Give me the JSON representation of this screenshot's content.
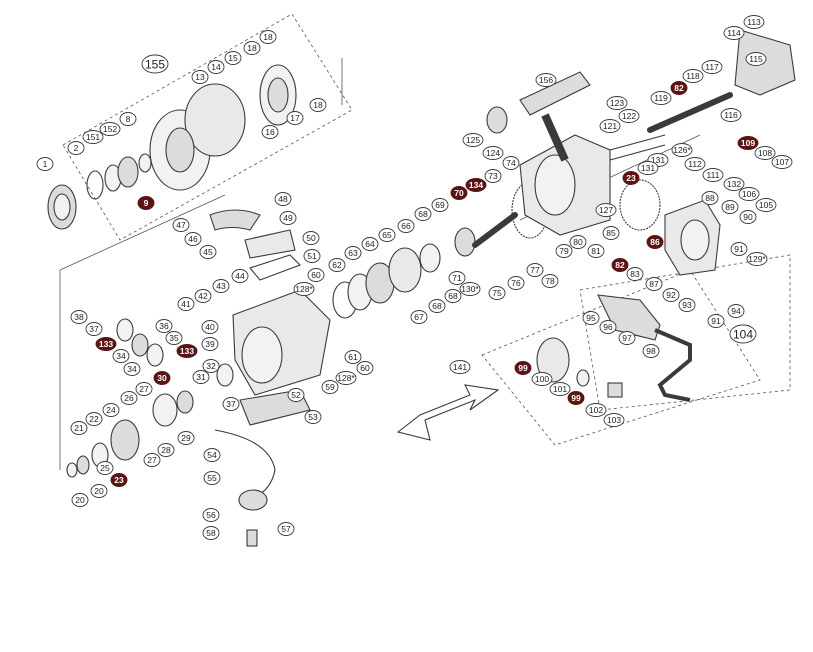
{
  "colors": {
    "line": "#3a3a3a",
    "callout_dark": "#5a1414",
    "callout_text_dark": "#ffffff",
    "part_fill": "#dcdcdc",
    "part_fill_light": "#f2f2f2"
  },
  "callouts": [
    {
      "label": "1"
    },
    {
      "label": "2"
    },
    {
      "label": "151"
    },
    {
      "label": "152"
    },
    {
      "label": "8"
    },
    {
      "label": "9",
      "dark": true
    },
    {
      "label": "155",
      "big": true
    },
    {
      "label": "13"
    },
    {
      "label": "14"
    },
    {
      "label": "15"
    },
    {
      "label": "18"
    },
    {
      "label": "18"
    },
    {
      "label": "18"
    },
    {
      "label": "16"
    },
    {
      "label": "17"
    },
    {
      "label": "156"
    },
    {
      "label": "125"
    },
    {
      "label": "124"
    },
    {
      "label": "121"
    },
    {
      "label": "122"
    },
    {
      "label": "123"
    },
    {
      "label": "74"
    },
    {
      "label": "126*"
    },
    {
      "label": "131"
    },
    {
      "label": "131"
    },
    {
      "label": "113"
    },
    {
      "label": "114"
    },
    {
      "label": "115"
    },
    {
      "label": "117"
    },
    {
      "label": "118"
    },
    {
      "label": "82",
      "dark": true
    },
    {
      "label": "119"
    },
    {
      "label": "116"
    },
    {
      "label": "109",
      "dark": true
    },
    {
      "label": "108"
    },
    {
      "label": "107"
    },
    {
      "label": "112"
    },
    {
      "label": "111"
    },
    {
      "label": "132"
    },
    {
      "label": "106"
    },
    {
      "label": "105"
    },
    {
      "label": "88"
    },
    {
      "label": "89"
    },
    {
      "label": "90"
    },
    {
      "label": "91"
    },
    {
      "label": "129*"
    },
    {
      "label": "91"
    },
    {
      "label": "94"
    },
    {
      "label": "23",
      "dark": true
    },
    {
      "label": "127"
    },
    {
      "label": "70",
      "dark": true
    },
    {
      "label": "134",
      "dark": true
    },
    {
      "label": "73"
    },
    {
      "label": "69"
    },
    {
      "label": "68"
    },
    {
      "label": "66"
    },
    {
      "label": "65"
    },
    {
      "label": "64"
    },
    {
      "label": "63"
    },
    {
      "label": "62"
    },
    {
      "label": "60"
    },
    {
      "label": "71"
    },
    {
      "label": "130*"
    },
    {
      "label": "75"
    },
    {
      "label": "76"
    },
    {
      "label": "77"
    },
    {
      "label": "78"
    },
    {
      "label": "79"
    },
    {
      "label": "80"
    },
    {
      "label": "81"
    },
    {
      "label": "85"
    },
    {
      "label": "86",
      "dark": true
    },
    {
      "label": "82",
      "dark": true
    },
    {
      "label": "83"
    },
    {
      "label": "87"
    },
    {
      "label": "92"
    },
    {
      "label": "93"
    },
    {
      "label": "68"
    },
    {
      "label": "67"
    },
    {
      "label": "68"
    },
    {
      "label": "95"
    },
    {
      "label": "96"
    },
    {
      "label": "97"
    },
    {
      "label": "104",
      "big": true
    },
    {
      "label": "98"
    },
    {
      "label": "99",
      "dark": true
    },
    {
      "label": "100"
    },
    {
      "label": "101"
    },
    {
      "label": "99",
      "dark": true
    },
    {
      "label": "102"
    },
    {
      "label": "103"
    },
    {
      "label": "141"
    },
    {
      "label": "48"
    },
    {
      "label": "49"
    },
    {
      "label": "47"
    },
    {
      "label": "46"
    },
    {
      "label": "45"
    },
    {
      "label": "50"
    },
    {
      "label": "51"
    },
    {
      "label": "44"
    },
    {
      "label": "43"
    },
    {
      "label": "42"
    },
    {
      "label": "41"
    },
    {
      "label": "40"
    },
    {
      "label": "39"
    },
    {
      "label": "128*"
    },
    {
      "label": "61"
    },
    {
      "label": "60"
    },
    {
      "label": "128*"
    },
    {
      "label": "59"
    },
    {
      "label": "52"
    },
    {
      "label": "53"
    },
    {
      "label": "38"
    },
    {
      "label": "37"
    },
    {
      "label": "36"
    },
    {
      "label": "35"
    },
    {
      "label": "133",
      "dark": true
    },
    {
      "label": "133",
      "dark": true
    },
    {
      "label": "34"
    },
    {
      "label": "34"
    },
    {
      "label": "30",
      "dark": true
    },
    {
      "label": "32"
    },
    {
      "label": "31"
    },
    {
      "label": "27"
    },
    {
      "label": "26"
    },
    {
      "label": "37"
    },
    {
      "label": "29"
    },
    {
      "label": "28"
    },
    {
      "label": "27"
    },
    {
      "label": "24"
    },
    {
      "label": "22"
    },
    {
      "label": "21"
    },
    {
      "label": "25"
    },
    {
      "label": "23",
      "dark": true
    },
    {
      "label": "20"
    },
    {
      "label": "20"
    },
    {
      "label": "54"
    },
    {
      "label": "55"
    },
    {
      "label": "56"
    },
    {
      "label": "57"
    },
    {
      "label": "58"
    }
  ]
}
